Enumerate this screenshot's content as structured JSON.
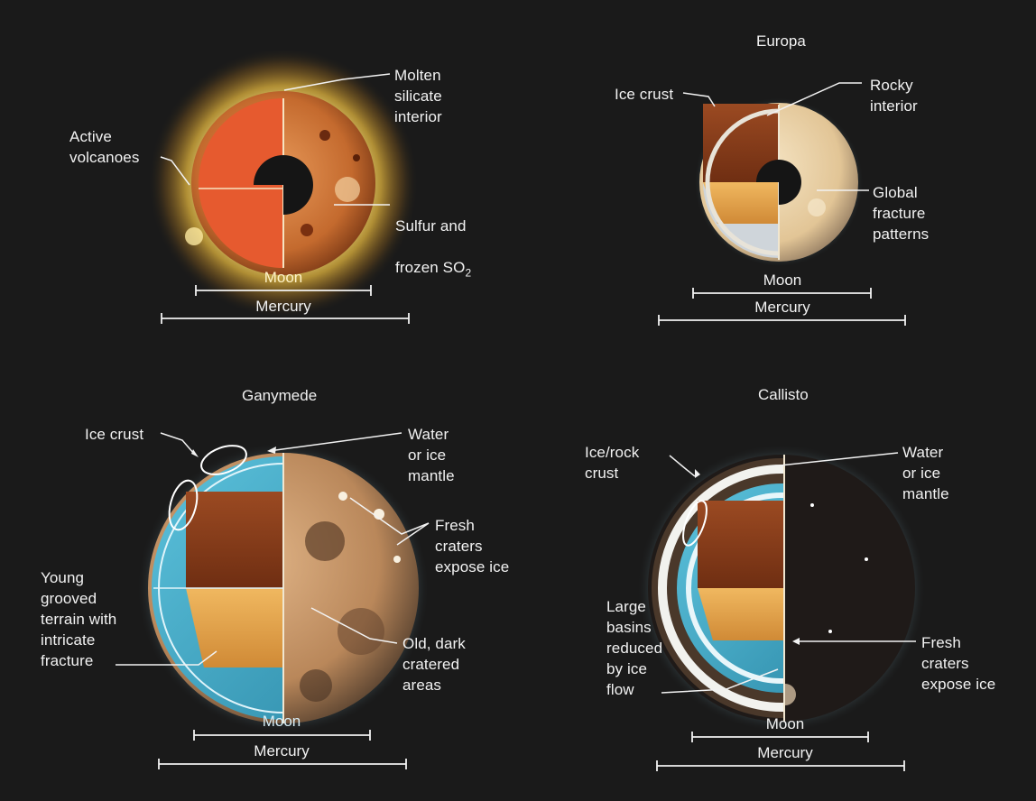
{
  "panels": {
    "io": {
      "labels": {
        "molten": "Molten\nsilicate\ninterior",
        "volcanoes": "Active\nvolcanoes",
        "sulfur_line1": "Sulfur and",
        "sulfur_line2": "frozen SO",
        "sulfur_sub": "2"
      },
      "scale": {
        "moon": "Moon",
        "mercury": "Mercury"
      }
    },
    "europa": {
      "title": "Europa",
      "labels": {
        "ice_crust": "Ice crust",
        "rocky": "Rocky\ninterior",
        "fracture": "Global\nfracture\npatterns"
      },
      "scale": {
        "moon": "Moon",
        "mercury": "Mercury"
      }
    },
    "ganymede": {
      "title": "Ganymede",
      "labels": {
        "ice_crust": "Ice crust",
        "water": "Water\nor ice\nmantle",
        "fresh": "Fresh\ncraters\nexpose ice",
        "grooved": "Young\ngrooved\nterrain with\nintricate\nfracture",
        "old": "Old, dark\ncratered\nareas"
      },
      "scale": {
        "moon": "Moon",
        "mercury": "Mercury"
      }
    },
    "callisto": {
      "title": "Callisto",
      "labels": {
        "ice_rock": "Ice/rock\ncrust",
        "water": "Water\nor ice\nmantle",
        "basins": "Large\nbasins\nreduced\nby ice\nflow",
        "fresh": "Fresh\ncraters\nexpose ice"
      },
      "scale": {
        "moon": "Moon",
        "mercury": "Mercury"
      }
    }
  },
  "colors": {
    "background": "#1a1a1a",
    "text": "#f2f2f2",
    "io_core": "#e0552e",
    "io_surface": "#c9753a",
    "io_glow": "#f3d96a",
    "ice": "#3fa6c2",
    "rock": "#8a3c1c",
    "crust_light": "#e7c48a",
    "callisto_surface": "#1f1a18"
  }
}
